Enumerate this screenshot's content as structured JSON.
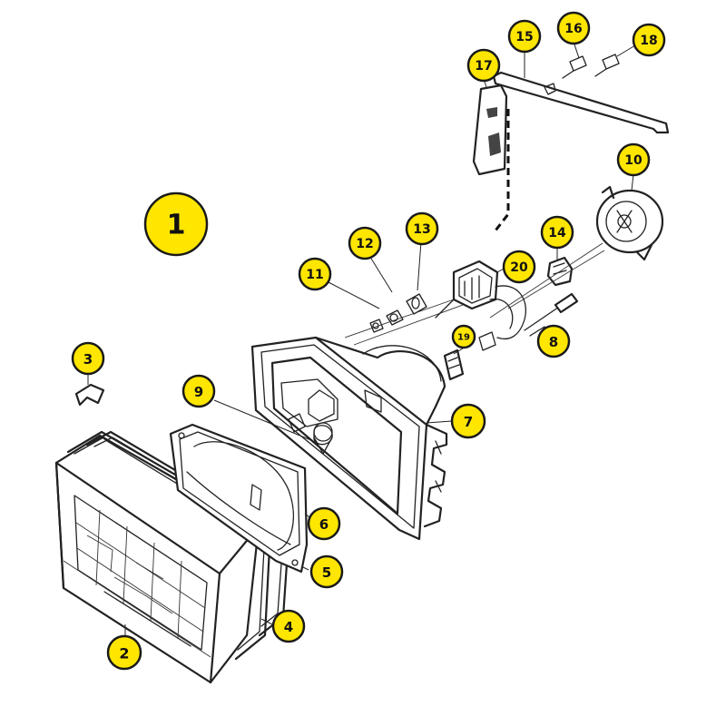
{
  "callouts": [
    {
      "id": "badge-1",
      "label": "1"
    },
    {
      "id": "badge-2",
      "label": "2"
    },
    {
      "id": "badge-3",
      "label": "3"
    },
    {
      "id": "badge-4",
      "label": "4"
    },
    {
      "id": "badge-5",
      "label": "5"
    },
    {
      "id": "badge-6",
      "label": "6"
    },
    {
      "id": "badge-7",
      "label": "7"
    },
    {
      "id": "badge-8",
      "label": "8"
    },
    {
      "id": "badge-9",
      "label": "9"
    },
    {
      "id": "badge-10",
      "label": "10"
    },
    {
      "id": "badge-11",
      "label": "11"
    },
    {
      "id": "badge-12",
      "label": "12"
    },
    {
      "id": "badge-13",
      "label": "13"
    },
    {
      "id": "badge-14",
      "label": "14"
    },
    {
      "id": "badge-15",
      "label": "15"
    },
    {
      "id": "badge-16",
      "label": "16"
    },
    {
      "id": "badge-17",
      "label": "17"
    },
    {
      "id": "badge-18",
      "label": "18"
    },
    {
      "id": "badge-19",
      "label": "19"
    },
    {
      "id": "badge-20",
      "label": "20"
    }
  ],
  "colors": {
    "badge_fill": "#ffe600",
    "badge_outline": "#1a1a1a",
    "line": "#222222",
    "background": "#ffffff"
  }
}
